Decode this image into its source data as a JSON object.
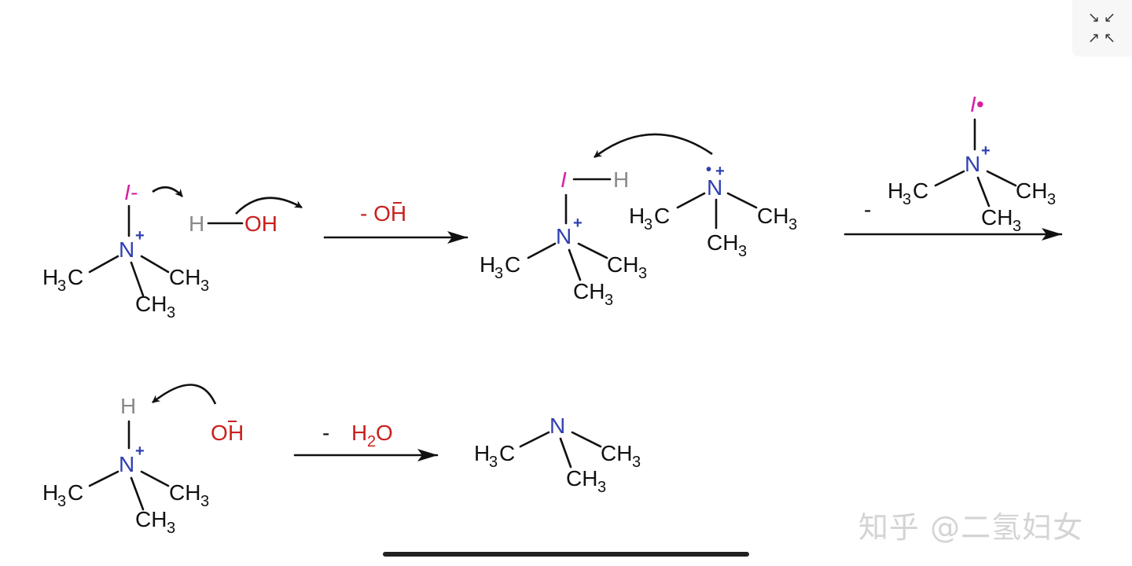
{
  "scheme": {
    "labels": {
      "iodide": "I-",
      "iodine_radical": "I•",
      "iodine": "I",
      "nitrogen": "N",
      "radical_dot": "•",
      "charge_plus": "+",
      "hydrogen": "H",
      "oh": "OH",
      "oh_minus": "O",
      "h_minus": "H",
      "minus_bar": "-",
      "h3c": "H",
      "c_after_h3": "C",
      "ch": "CH",
      "three": "3",
      "two": "2",
      "h2o_o": "O",
      "h2o_h": "H"
    },
    "steps": {
      "step1_condition": "- OH",
      "step2_condition": "-",
      "step3_condition": "-  H2O"
    }
  },
  "colors": {
    "nitrogen": "#2f3fb0",
    "hydroxide": "#c9211e",
    "iodine": "#d61fa3",
    "hydrogen": "#8a8a8a"
  },
  "ui": {
    "collapse_icon": "collapse-arrows-icon",
    "watermark": "知乎 @二氢妇女"
  }
}
